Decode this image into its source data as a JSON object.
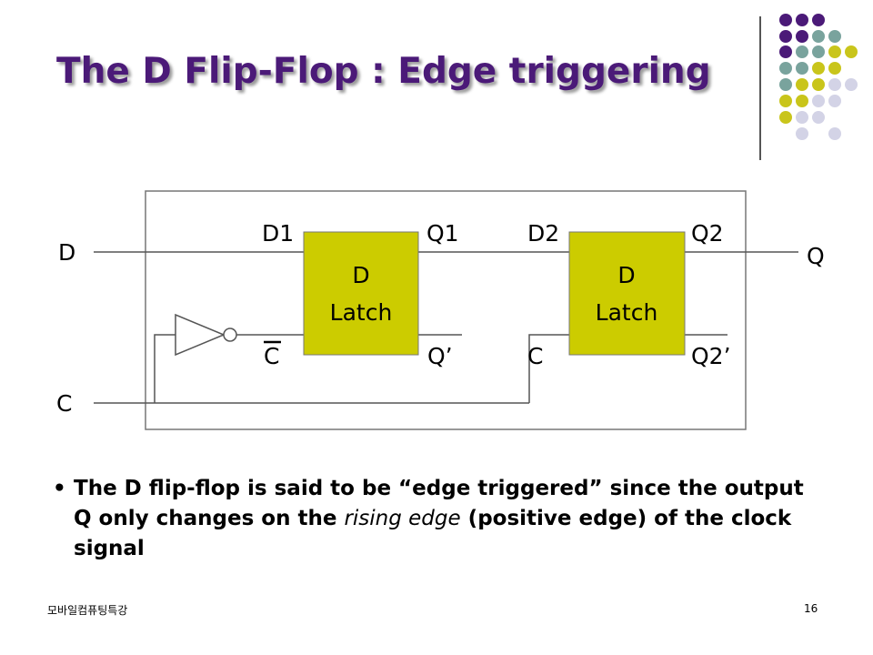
{
  "title": "The D Flip-Flop : Edge triggering",
  "colors": {
    "title": "#4b1a78",
    "purple": "#4b1a78",
    "teal": "#79a39d",
    "olive": "#c9c51b",
    "lavender": "#d3d3e6",
    "latch_fill": "#cccc00"
  },
  "diagram": {
    "input_d": "D",
    "input_c": "C",
    "output_q": "Q",
    "latch1": {
      "line1": "D",
      "line2": "Latch",
      "d_label": "D1",
      "q_label": "Q1",
      "clk_label": "C",
      "qbar_label": "Q’"
    },
    "latch2": {
      "line1": "D",
      "line2": "Latch",
      "d_label": "D2",
      "q_label": "Q2",
      "clk_label": "C",
      "qbar_label": "Q2’"
    }
  },
  "bullet": {
    "text_before": "The D flip-flop is said to be “edge triggered” since the output Q only changes on the ",
    "emphasis": "rising edge",
    "text_after": " (positive edge) of the clock signal"
  },
  "footer": {
    "left": "모바일컴퓨팅특강",
    "page_number": "16"
  }
}
